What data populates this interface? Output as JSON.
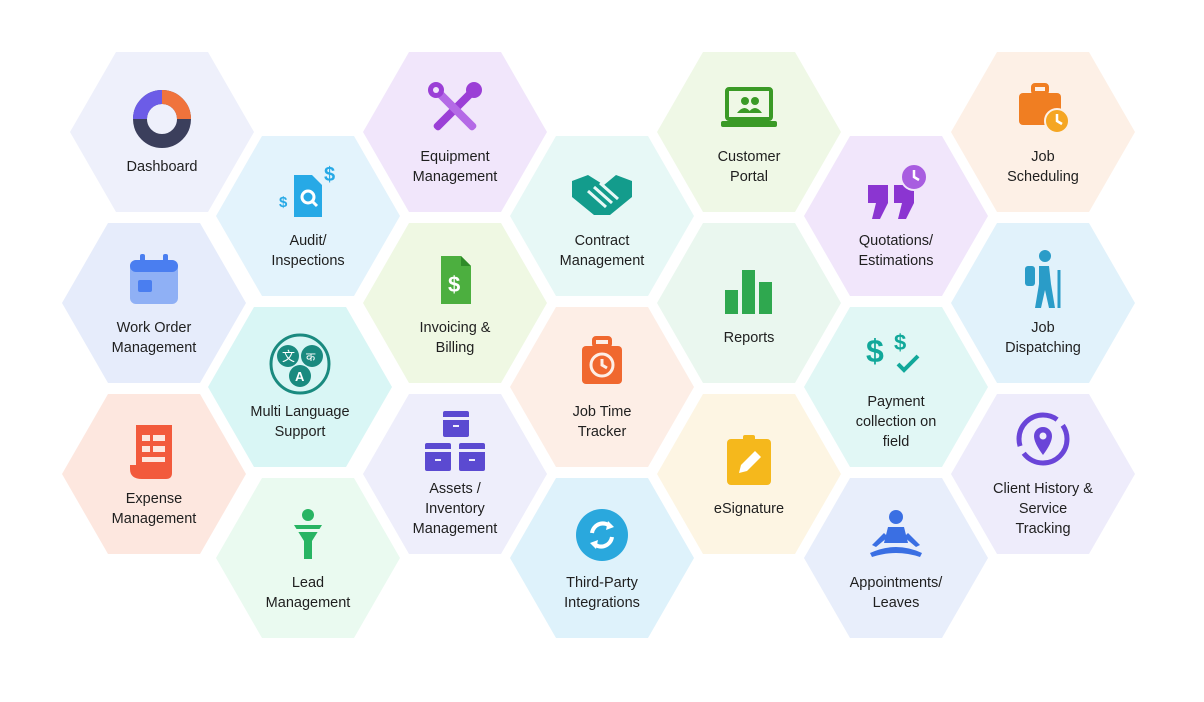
{
  "features": [
    {
      "key": "dashboard",
      "label": "Dashboard",
      "bg": "#eef0fb",
      "icon": "donut-chart-icon"
    },
    {
      "key": "audit",
      "label": "Audit/\nInspections",
      "bg": "#e3f3fc",
      "icon": "document-search-dollar-icon"
    },
    {
      "key": "workorder",
      "label": "Work Order\nManagement",
      "bg": "#e6ecfb",
      "icon": "calendar-icon"
    },
    {
      "key": "multilang",
      "label": "Multi Language\nSupport",
      "bg": "#d9f6f5",
      "icon": "language-icon"
    },
    {
      "key": "expense",
      "label": "Expense\nManagement",
      "bg": "#fde7df",
      "icon": "receipt-icon"
    },
    {
      "key": "lead",
      "label": "Lead\nManagement",
      "bg": "#eafaf0",
      "icon": "funnel-person-icon"
    },
    {
      "key": "equipment",
      "label": "Equipment\nManagement",
      "bg": "#f1e6fb",
      "icon": "tools-icon"
    },
    {
      "key": "invoicing",
      "label": "Invoicing &\nBilling",
      "bg": "#eff8e3",
      "icon": "invoice-dollar-icon"
    },
    {
      "key": "assets",
      "label": "Assets /\nInventory\nManagement",
      "bg": "#eeeefb",
      "icon": "boxes-icon"
    },
    {
      "key": "contract",
      "label": "Contract\nManagement",
      "bg": "#e7f8f6",
      "icon": "handshake-icon"
    },
    {
      "key": "jobtime",
      "label": "Job Time\nTracker",
      "bg": "#fdeee6",
      "icon": "timer-briefcase-icon"
    },
    {
      "key": "thirdparty",
      "label": "Third-Party\nIntegrations",
      "bg": "#def2fb",
      "icon": "sync-icon"
    },
    {
      "key": "portal",
      "label": "Customer\nPortal",
      "bg": "#eff8e6",
      "icon": "laptop-users-icon"
    },
    {
      "key": "reports",
      "label": "Reports",
      "bg": "#eaf7ef",
      "icon": "bar-chart-icon"
    },
    {
      "key": "esign",
      "label": "eSignature",
      "bg": "#fdf5e3",
      "icon": "pen-pad-icon"
    },
    {
      "key": "quotations",
      "label": "Quotations/\nEstimations",
      "bg": "#f1e6fb",
      "icon": "quote-clock-icon"
    },
    {
      "key": "payment",
      "label": "Payment\ncollection on\nfield",
      "bg": "#e1f7f5",
      "icon": "dollar-check-icon"
    },
    {
      "key": "appointments",
      "label": "Appointments/\nLeaves",
      "bg": "#e8eefb",
      "icon": "meditation-icon"
    },
    {
      "key": "scheduling",
      "label": "Job\nScheduling",
      "bg": "#fdf0e6",
      "icon": "briefcase-clock-icon"
    },
    {
      "key": "dispatching",
      "label": "Job\nDispatching",
      "bg": "#e1f2fb",
      "icon": "hiker-icon"
    },
    {
      "key": "history",
      "label": "Client History &\nService\nTracking",
      "bg": "#eeecfb",
      "icon": "location-pin-icon"
    }
  ]
}
